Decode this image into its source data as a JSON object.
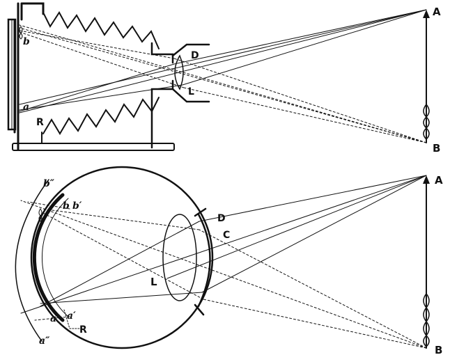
{
  "camera": {
    "labels": {
      "A": "A",
      "B": "B",
      "a": "a",
      "b": "b",
      "D": "D",
      "L": "L",
      "R": "R"
    }
  },
  "eye": {
    "labels": {
      "A": "A",
      "B": "B",
      "a": "a",
      "b": "b",
      "a_prime": "a′",
      "b_prime": "b′",
      "a_double": "a″",
      "b_double": "b″",
      "C": "C",
      "D": "D",
      "L": "L",
      "R": "R"
    }
  }
}
